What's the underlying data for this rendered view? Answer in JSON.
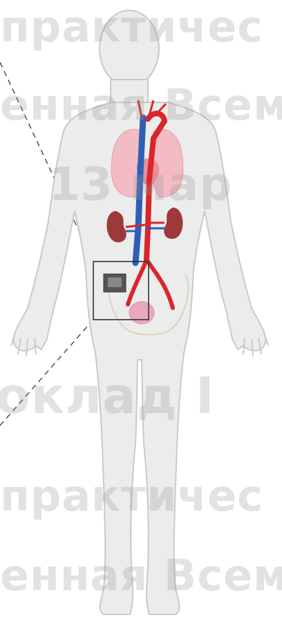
{
  "scene": {
    "subject": "human-body-anatomy",
    "colors": {
      "background": "#ffffff",
      "body_fill": "#ececec",
      "body_outline": "#c9c9c9",
      "lungs": "#f3bcc4",
      "kidneys": "#9c3a3a",
      "artery": "#d8262b",
      "vein": "#2f5fb5",
      "bladder": "#e8a9bf",
      "callout_box": "#333333",
      "watermark": "#c8c8c8"
    }
  },
  "watermarks": [
    "практичес",
    "енная Всем",
    "13 мар",
    "оклад I",
    "практичес",
    "енная Всем"
  ]
}
